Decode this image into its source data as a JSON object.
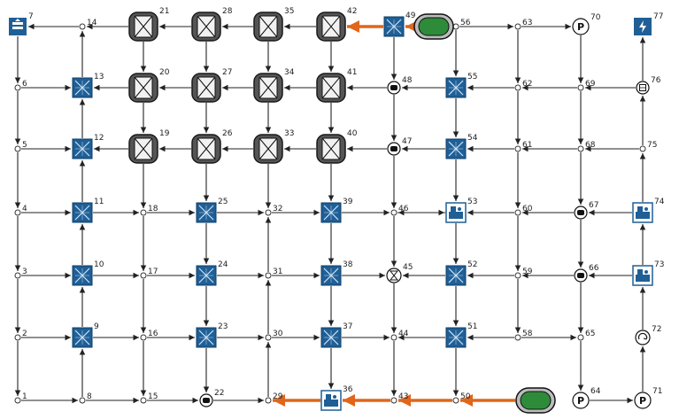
{
  "colors": {
    "edge": "#222222",
    "flow": "#e0661b",
    "station_fill": "#1f5f96",
    "shelf_fill": "#555555",
    "shelf_stroke": "#1a1a1a",
    "charger_fill": "#2e8b3a"
  },
  "nodes": [
    {
      "id": "1",
      "label": "1",
      "kind": "point"
    },
    {
      "id": "2",
      "label": "2",
      "kind": "point"
    },
    {
      "id": "3",
      "label": "3",
      "kind": "point"
    },
    {
      "id": "4",
      "label": "4",
      "kind": "point"
    },
    {
      "id": "5",
      "label": "5",
      "kind": "point"
    },
    {
      "id": "6",
      "label": "6",
      "kind": "point"
    },
    {
      "id": "7",
      "label": "7",
      "kind": "stack-icon"
    },
    {
      "id": "8",
      "label": "8",
      "kind": "point"
    },
    {
      "id": "9",
      "label": "9",
      "kind": "cross-station"
    },
    {
      "id": "10",
      "label": "10",
      "kind": "cross-station"
    },
    {
      "id": "11",
      "label": "11",
      "kind": "cross-station"
    },
    {
      "id": "12",
      "label": "12",
      "kind": "cross-station"
    },
    {
      "id": "13",
      "label": "13",
      "kind": "cross-station"
    },
    {
      "id": "14",
      "label": "14",
      "kind": "point"
    },
    {
      "id": "15",
      "label": "15",
      "kind": "point"
    },
    {
      "id": "16",
      "label": "16",
      "kind": "point"
    },
    {
      "id": "17",
      "label": "17",
      "kind": "point"
    },
    {
      "id": "18",
      "label": "18",
      "kind": "point"
    },
    {
      "id": "19",
      "label": "19",
      "kind": "shelf"
    },
    {
      "id": "20",
      "label": "20",
      "kind": "shelf"
    },
    {
      "id": "21",
      "label": "21",
      "kind": "shelf"
    },
    {
      "id": "22",
      "label": "22",
      "kind": "sensor"
    },
    {
      "id": "23",
      "label": "23",
      "kind": "cross-station"
    },
    {
      "id": "24",
      "label": "24",
      "kind": "cross-station"
    },
    {
      "id": "25",
      "label": "25",
      "kind": "cross-station"
    },
    {
      "id": "26",
      "label": "26",
      "kind": "shelf"
    },
    {
      "id": "27",
      "label": "27",
      "kind": "shelf"
    },
    {
      "id": "28",
      "label": "28",
      "kind": "shelf"
    },
    {
      "id": "29",
      "label": "29",
      "kind": "point"
    },
    {
      "id": "30",
      "label": "30",
      "kind": "point"
    },
    {
      "id": "31",
      "label": "31",
      "kind": "point"
    },
    {
      "id": "32",
      "label": "32",
      "kind": "point"
    },
    {
      "id": "33",
      "label": "33",
      "kind": "shelf"
    },
    {
      "id": "34",
      "label": "34",
      "kind": "shelf"
    },
    {
      "id": "35",
      "label": "35",
      "kind": "shelf"
    },
    {
      "id": "36",
      "label": "36",
      "kind": "machine-station"
    },
    {
      "id": "37",
      "label": "37",
      "kind": "cross-station"
    },
    {
      "id": "38",
      "label": "38",
      "kind": "cross-station"
    },
    {
      "id": "39",
      "label": "39",
      "kind": "cross-station"
    },
    {
      "id": "40",
      "label": "40",
      "kind": "shelf"
    },
    {
      "id": "41",
      "label": "41",
      "kind": "shelf"
    },
    {
      "id": "42",
      "label": "42",
      "kind": "shelf"
    },
    {
      "id": "43",
      "label": "43",
      "kind": "point"
    },
    {
      "id": "44",
      "label": "44",
      "kind": "point"
    },
    {
      "id": "45",
      "label": "45",
      "kind": "hourglass"
    },
    {
      "id": "46",
      "label": "46",
      "kind": "point"
    },
    {
      "id": "47",
      "label": "47",
      "kind": "sensor"
    },
    {
      "id": "48",
      "label": "48",
      "kind": "sensor"
    },
    {
      "id": "49",
      "label": "49",
      "kind": "cross-station"
    },
    {
      "id": "50",
      "label": "50",
      "kind": "point"
    },
    {
      "id": "51",
      "label": "51",
      "kind": "cross-station"
    },
    {
      "id": "52",
      "label": "52",
      "kind": "cross-station"
    },
    {
      "id": "53",
      "label": "53",
      "kind": "machine-station"
    },
    {
      "id": "54",
      "label": "54",
      "kind": "cross-station"
    },
    {
      "id": "55",
      "label": "55",
      "kind": "cross-station"
    },
    {
      "id": "56",
      "label": "56",
      "kind": "point"
    },
    {
      "id": "58",
      "label": "58",
      "kind": "point"
    },
    {
      "id": "59",
      "label": "59",
      "kind": "point"
    },
    {
      "id": "60",
      "label": "60",
      "kind": "point"
    },
    {
      "id": "61",
      "label": "61",
      "kind": "point"
    },
    {
      "id": "62",
      "label": "62",
      "kind": "point"
    },
    {
      "id": "63",
      "label": "63",
      "kind": "point"
    },
    {
      "id": "64",
      "label": "64",
      "kind": "park"
    },
    {
      "id": "65",
      "label": "65",
      "kind": "point"
    },
    {
      "id": "66",
      "label": "66",
      "kind": "sensor"
    },
    {
      "id": "67",
      "label": "67",
      "kind": "sensor"
    },
    {
      "id": "68",
      "label": "68",
      "kind": "point"
    },
    {
      "id": "69",
      "label": "69",
      "kind": "point"
    },
    {
      "id": "70",
      "label": "70",
      "kind": "park"
    },
    {
      "id": "71",
      "label": "71",
      "kind": "park"
    },
    {
      "id": "72",
      "label": "72",
      "kind": "recycle"
    },
    {
      "id": "73",
      "label": "73",
      "kind": "machine-station"
    },
    {
      "id": "74",
      "label": "74",
      "kind": "machine-station"
    },
    {
      "id": "75",
      "label": "75",
      "kind": "point"
    },
    {
      "id": "76",
      "label": "76",
      "kind": "box"
    },
    {
      "id": "77",
      "label": "77",
      "kind": "charge-station"
    },
    {
      "id": "charger-top",
      "label": "",
      "kind": "charger"
    },
    {
      "id": "charger-bottom",
      "label": "",
      "kind": "charger"
    }
  ],
  "edges": [
    {
      "from": "2",
      "to": "1"
    },
    {
      "from": "1",
      "to": "8"
    },
    {
      "from": "3",
      "to": "2"
    },
    {
      "from": "2",
      "to": "9"
    },
    {
      "from": "4",
      "to": "3"
    },
    {
      "from": "3",
      "to": "10"
    },
    {
      "from": "5",
      "to": "4"
    },
    {
      "from": "4",
      "to": "11"
    },
    {
      "from": "6",
      "to": "5"
    },
    {
      "from": "5",
      "to": "12"
    },
    {
      "from": "7",
      "to": "6"
    },
    {
      "from": "6",
      "to": "13"
    },
    {
      "from": "14",
      "to": "7"
    },
    {
      "from": "8",
      "to": "9"
    },
    {
      "from": "8",
      "to": "15"
    },
    {
      "from": "9",
      "to": "10"
    },
    {
      "from": "9",
      "to": "16"
    },
    {
      "from": "10",
      "to": "11"
    },
    {
      "from": "10",
      "to": "17"
    },
    {
      "from": "11",
      "to": "12"
    },
    {
      "from": "11",
      "to": "18"
    },
    {
      "from": "12",
      "to": "13"
    },
    {
      "from": "13",
      "to": "14"
    },
    {
      "from": "15",
      "to": "22"
    },
    {
      "from": "16",
      "to": "15"
    },
    {
      "from": "16",
      "to": "23"
    },
    {
      "from": "17",
      "to": "16"
    },
    {
      "from": "17",
      "to": "24"
    },
    {
      "from": "18",
      "to": "17"
    },
    {
      "from": "18",
      "to": "25"
    },
    {
      "from": "19",
      "to": "18"
    },
    {
      "from": "19",
      "to": "12"
    },
    {
      "from": "20",
      "to": "19"
    },
    {
      "from": "20",
      "to": "13"
    },
    {
      "from": "21",
      "to": "20"
    },
    {
      "from": "21",
      "to": "14"
    },
    {
      "from": "22",
      "to": "29"
    },
    {
      "from": "23",
      "to": "22"
    },
    {
      "from": "23",
      "to": "30"
    },
    {
      "from": "24",
      "to": "23"
    },
    {
      "from": "24",
      "to": "31"
    },
    {
      "from": "25",
      "to": "24"
    },
    {
      "from": "25",
      "to": "32"
    },
    {
      "from": "26",
      "to": "25"
    },
    {
      "from": "26",
      "to": "19"
    },
    {
      "from": "27",
      "to": "26"
    },
    {
      "from": "27",
      "to": "20"
    },
    {
      "from": "28",
      "to": "27"
    },
    {
      "from": "28",
      "to": "21"
    },
    {
      "from": "29",
      "to": "30"
    },
    {
      "from": "30",
      "to": "31"
    },
    {
      "from": "30",
      "to": "37"
    },
    {
      "from": "31",
      "to": "32"
    },
    {
      "from": "31",
      "to": "38"
    },
    {
      "from": "32",
      "to": "39"
    },
    {
      "from": "33",
      "to": "32"
    },
    {
      "from": "33",
      "to": "26"
    },
    {
      "from": "34",
      "to": "33"
    },
    {
      "from": "34",
      "to": "27"
    },
    {
      "from": "35",
      "to": "34"
    },
    {
      "from": "35",
      "to": "28"
    },
    {
      "from": "36",
      "to": "29",
      "flow": true
    },
    {
      "from": "37",
      "to": "36"
    },
    {
      "from": "37",
      "to": "44"
    },
    {
      "from": "38",
      "to": "37"
    },
    {
      "from": "38",
      "to": "45"
    },
    {
      "from": "39",
      "to": "38"
    },
    {
      "from": "39",
      "to": "46"
    },
    {
      "from": "40",
      "to": "39"
    },
    {
      "from": "40",
      "to": "33"
    },
    {
      "from": "41",
      "to": "40"
    },
    {
      "from": "41",
      "to": "34"
    },
    {
      "from": "42",
      "to": "41"
    },
    {
      "from": "42",
      "to": "35"
    },
    {
      "from": "43",
      "to": "36",
      "flow": true
    },
    {
      "from": "44",
      "to": "43"
    },
    {
      "from": "45",
      "to": "44"
    },
    {
      "from": "46",
      "to": "45"
    },
    {
      "from": "46",
      "to": "53"
    },
    {
      "from": "47",
      "to": "46"
    },
    {
      "from": "47",
      "to": "40"
    },
    {
      "from": "48",
      "to": "47"
    },
    {
      "from": "48",
      "to": "41"
    },
    {
      "from": "49",
      "to": "48"
    },
    {
      "from": "49",
      "to": "42",
      "flow": true
    },
    {
      "from": "50",
      "to": "43",
      "flow": true
    },
    {
      "from": "51",
      "to": "50"
    },
    {
      "from": "51",
      "to": "44"
    },
    {
      "from": "52",
      "to": "51"
    },
    {
      "from": "52",
      "to": "45"
    },
    {
      "from": "53",
      "to": "52"
    },
    {
      "from": "53",
      "to": "46"
    },
    {
      "from": "54",
      "to": "53"
    },
    {
      "from": "54",
      "to": "47"
    },
    {
      "from": "55",
      "to": "54"
    },
    {
      "from": "55",
      "to": "48"
    },
    {
      "from": "56",
      "to": "55"
    },
    {
      "from": "56",
      "to": "63"
    },
    {
      "from": "58",
      "to": "51"
    },
    {
      "from": "58",
      "to": "65"
    },
    {
      "from": "59",
      "to": "58"
    },
    {
      "from": "59",
      "to": "52"
    },
    {
      "from": "60",
      "to": "59"
    },
    {
      "from": "60",
      "to": "53"
    },
    {
      "from": "61",
      "to": "60"
    },
    {
      "from": "61",
      "to": "54"
    },
    {
      "from": "62",
      "to": "61"
    },
    {
      "from": "62",
      "to": "55"
    },
    {
      "from": "63",
      "to": "62"
    },
    {
      "from": "63",
      "to": "70"
    },
    {
      "from": "64",
      "to": "71"
    },
    {
      "from": "65",
      "to": "64"
    },
    {
      "from": "66",
      "to": "65"
    },
    {
      "from": "66",
      "to": "59"
    },
    {
      "from": "67",
      "to": "66"
    },
    {
      "from": "67",
      "to": "60"
    },
    {
      "from": "68",
      "to": "67"
    },
    {
      "from": "68",
      "to": "61"
    },
    {
      "from": "69",
      "to": "68"
    },
    {
      "from": "69",
      "to": "62"
    },
    {
      "from": "70",
      "to": "69"
    },
    {
      "from": "71",
      "to": "72"
    },
    {
      "from": "72",
      "to": "73"
    },
    {
      "from": "73",
      "to": "74"
    },
    {
      "from": "73",
      "to": "66"
    },
    {
      "from": "74",
      "to": "75"
    },
    {
      "from": "74",
      "to": "67"
    },
    {
      "from": "75",
      "to": "76"
    },
    {
      "from": "75",
      "to": "68"
    },
    {
      "from": "76",
      "to": "77"
    },
    {
      "from": "76",
      "to": "69"
    },
    {
      "from": "charger-top",
      "to": "49",
      "flow": true
    },
    {
      "from": "charger-bottom",
      "to": "50",
      "flow": true
    }
  ]
}
